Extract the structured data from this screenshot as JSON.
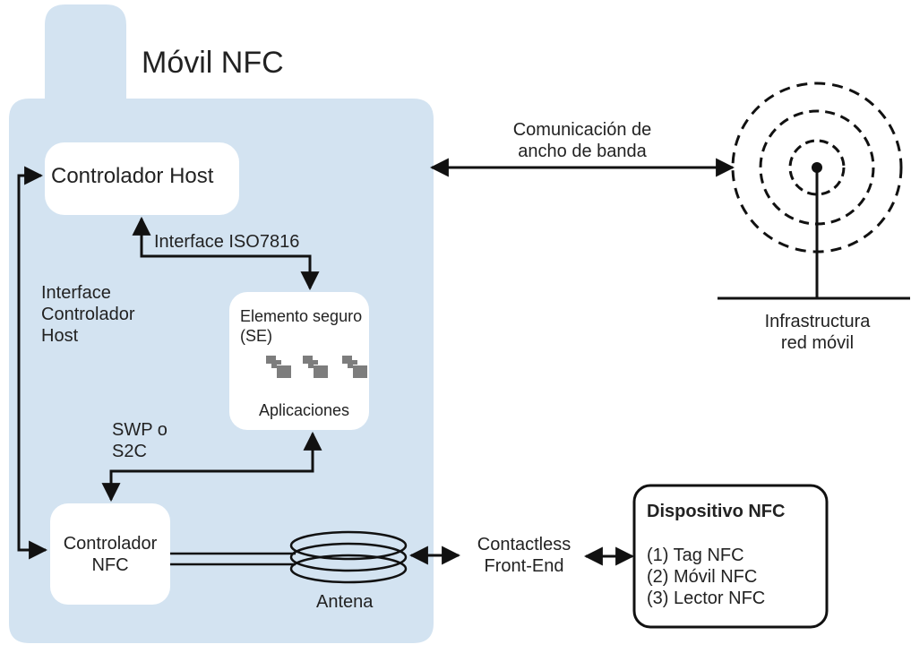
{
  "title": "Móvil NFC",
  "nodes": {
    "host": {
      "label": "Controlador Host"
    },
    "se": {
      "label_line1": "Elemento seguro",
      "label_line2": "(SE)",
      "apps_label": "Aplicaciones",
      "apps_icon": "app-stack-icon"
    },
    "nfc_controller": {
      "label_line1": "Controlador",
      "label_line2": "NFC"
    },
    "antenna": {
      "label": "Antena",
      "icon": "coil-antenna-icon"
    },
    "infra": {
      "label_line1": "Infrastructura",
      "label_line2": "red móvil",
      "icon": "radio-tower-icon"
    },
    "nfc_device": {
      "title": "Dispositivo NFC",
      "items": [
        "(1) Tag NFC",
        "(2) Móvil NFC",
        "(3) Lector NFC"
      ]
    }
  },
  "edges": {
    "iso7816": "Interface ISO7816",
    "host_interface": [
      "Interface",
      "Controlador",
      "Host"
    ],
    "swp": [
      "SWP o",
      "S2C"
    ],
    "broadband": [
      "Comunicación de",
      "ancho de banda"
    ],
    "contactless": [
      "Contactless",
      "Front-End"
    ]
  },
  "colors": {
    "phone_body": "#d3e3f1",
    "box_fill": "#ffffff",
    "line": "#111111",
    "icon": "#7d7d7d"
  }
}
